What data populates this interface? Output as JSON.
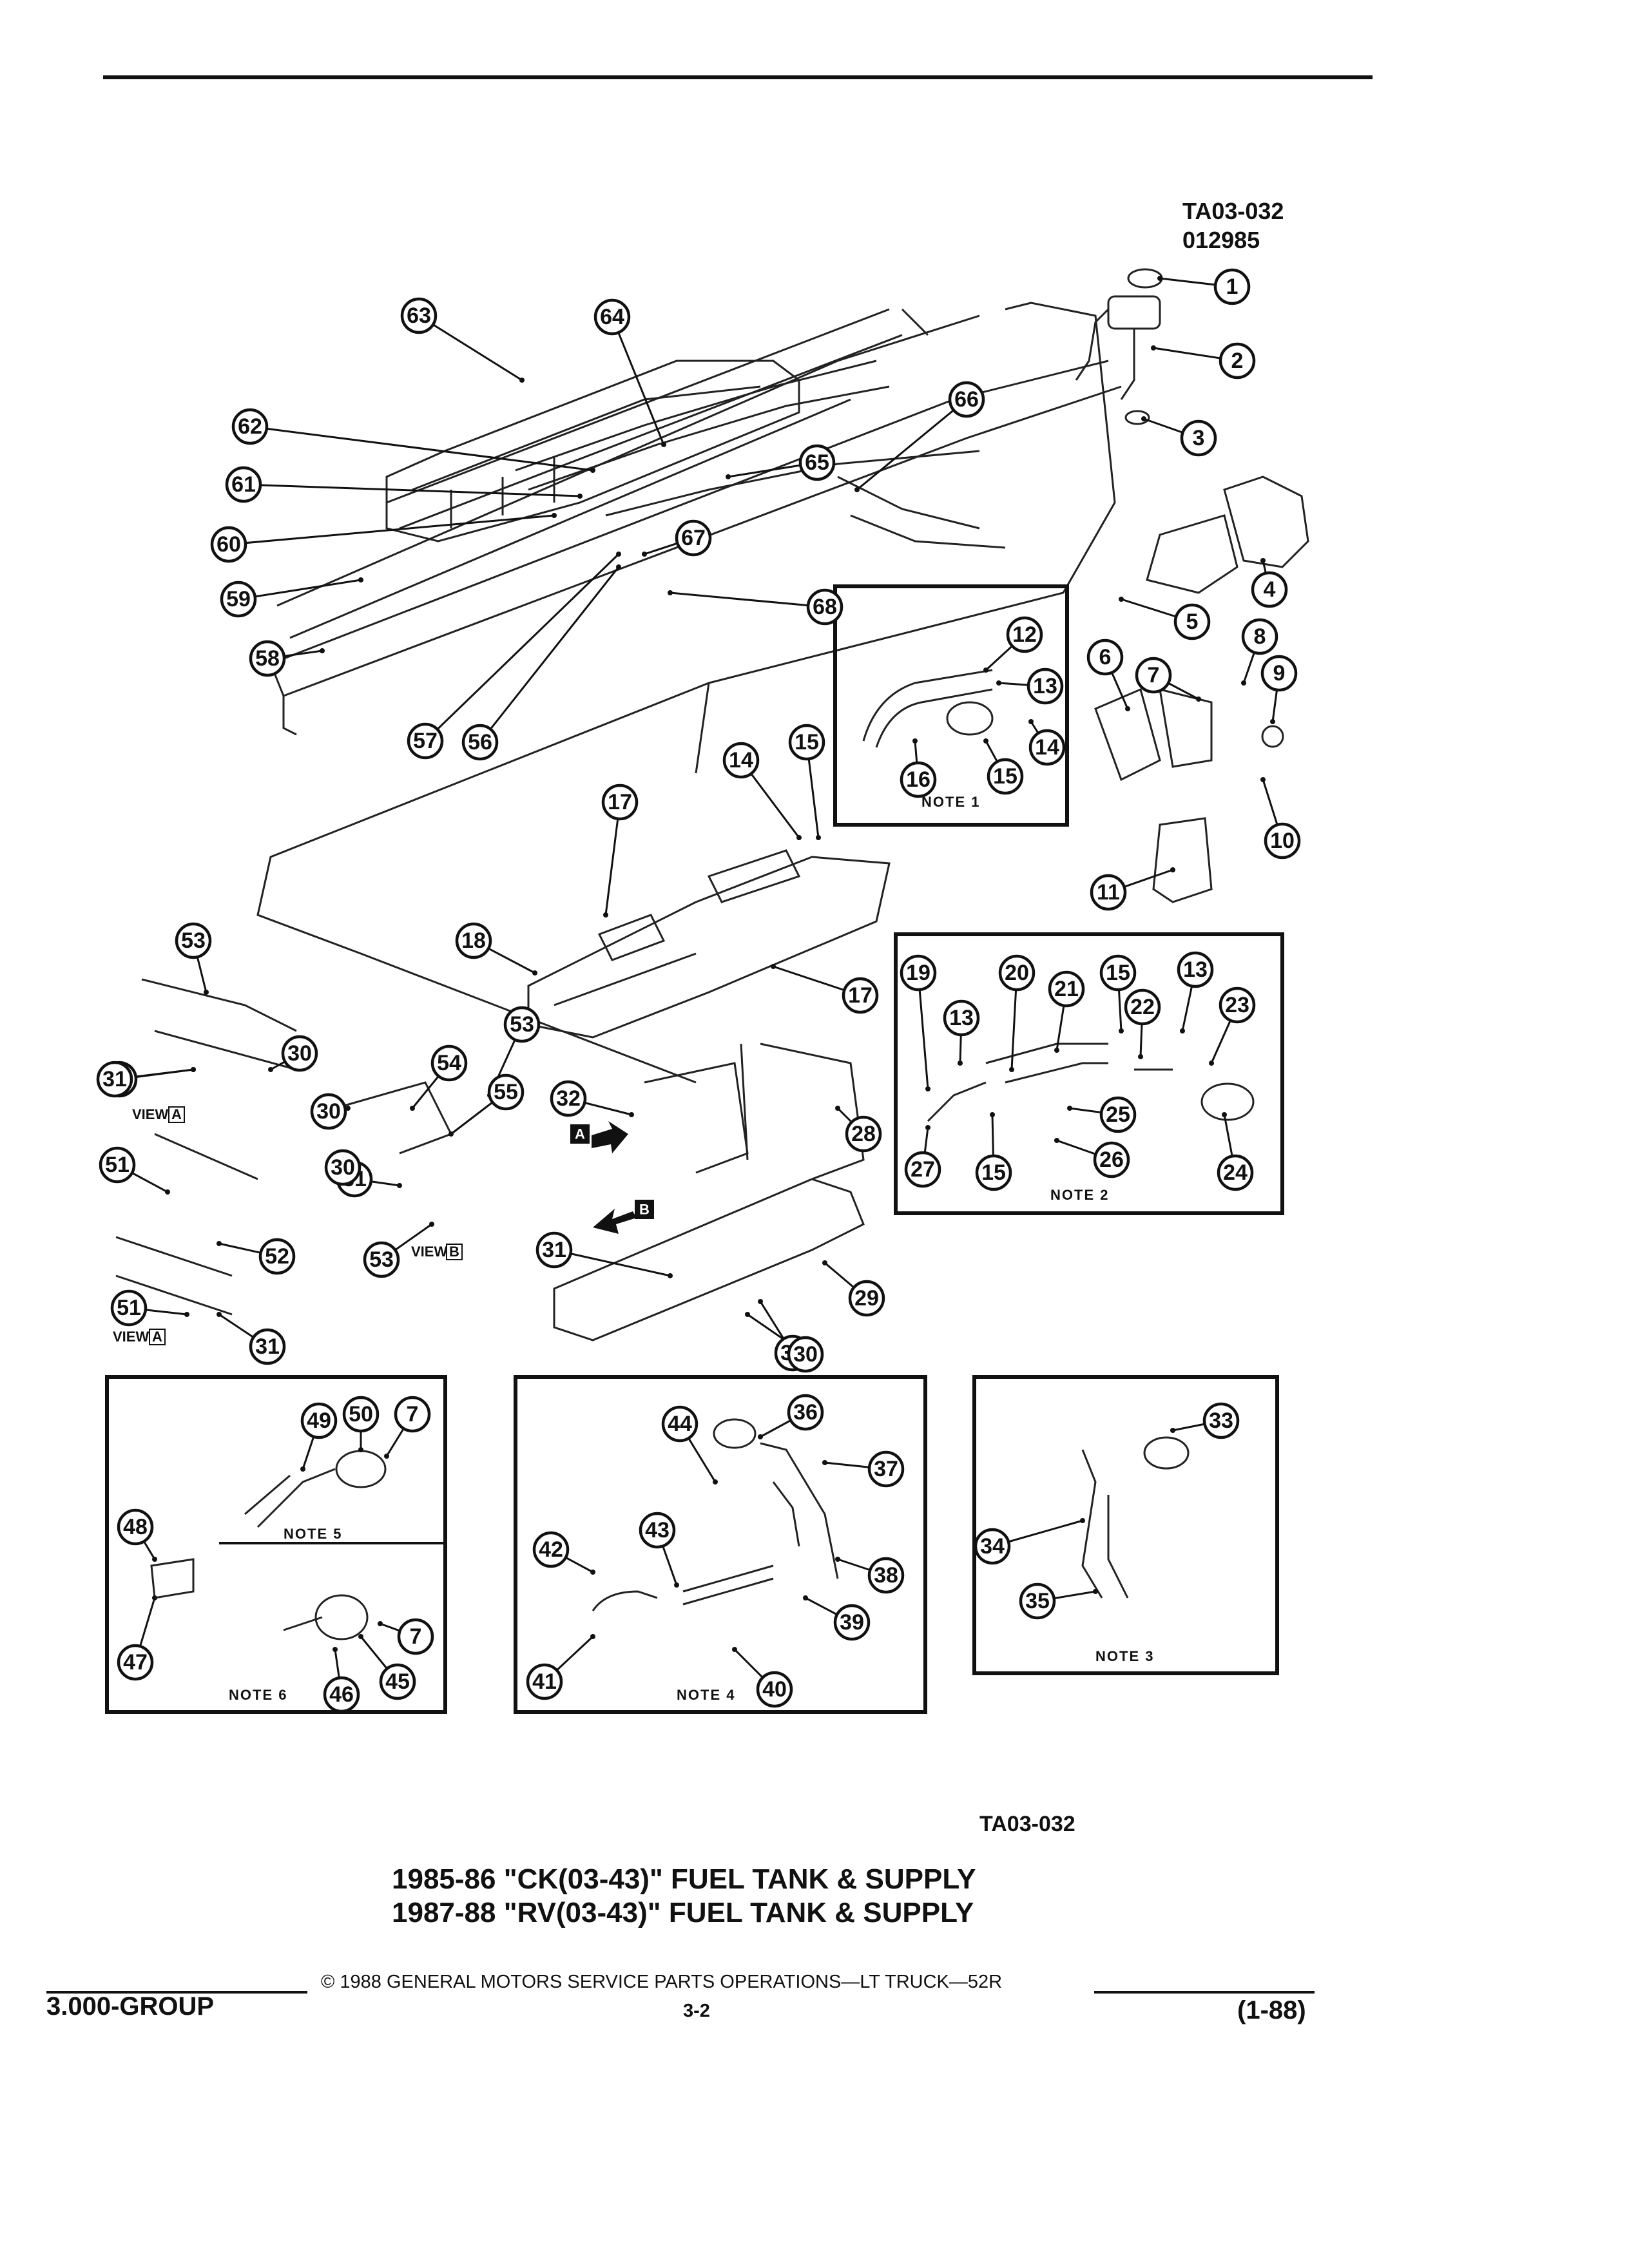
{
  "header": {
    "ref_code": "TA03-032",
    "ref_date": "012985"
  },
  "figure_ref": "TA03-032",
  "titles": [
    "1985-86 \"CK(03-43)\" FUEL TANK & SUPPLY",
    "1987-88 \"RV(03-43)\" FUEL TANK & SUPPLY"
  ],
  "footer": {
    "group": "3.000-GROUP",
    "copyright": "© 1988 GENERAL MOTORS SERVICE PARTS OPERATIONS—LT TRUCK—52R",
    "page": "3-2",
    "date": "(1-88)"
  },
  "notes": {
    "note1": "NOTE 1",
    "note2": "NOTE 2",
    "note3": "NOTE 3",
    "note4": "NOTE 4",
    "note5": "NOTE 5",
    "note6": "NOTE 6"
  },
  "views": {
    "view_a": "VIEW",
    "view_a_letter": "A",
    "view_b": "VIEW",
    "view_b_letter": "B",
    "arrow_a": "A",
    "arrow_b": "B"
  },
  "callouts": [
    "1",
    "2",
    "3",
    "4",
    "5",
    "6",
    "7",
    "8",
    "9",
    "10",
    "11",
    "12",
    "13",
    "14",
    "15",
    "16",
    "17",
    "18",
    "19",
    "20",
    "21",
    "22",
    "23",
    "24",
    "25",
    "26",
    "27",
    "28",
    "29",
    "30",
    "31",
    "32",
    "33",
    "34",
    "35",
    "36",
    "37",
    "38",
    "39",
    "40",
    "41",
    "42",
    "43",
    "44",
    "45",
    "46",
    "47",
    "48",
    "49",
    "50",
    "51",
    "52",
    "53",
    "54",
    "55",
    "56",
    "57",
    "58",
    "59",
    "60",
    "61",
    "62",
    "63",
    "64",
    "65",
    "66",
    "67",
    "68"
  ]
}
